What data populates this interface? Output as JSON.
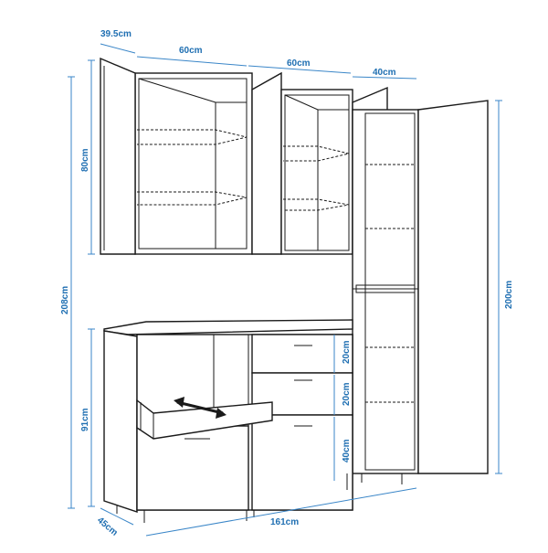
{
  "dimensions": {
    "wall_depth": "39.5cm",
    "wall_width_1": "60cm",
    "wall_width_2": "60cm",
    "tall_width": "40cm",
    "wall_height": "80cm",
    "total_height": "208cm",
    "tall_height": "200cm",
    "base_height": "91cm",
    "drawer_1": "20cm",
    "drawer_2": "20cm",
    "drawer_3": "40cm",
    "base_depth": "45cm",
    "total_width": "161cm"
  }
}
